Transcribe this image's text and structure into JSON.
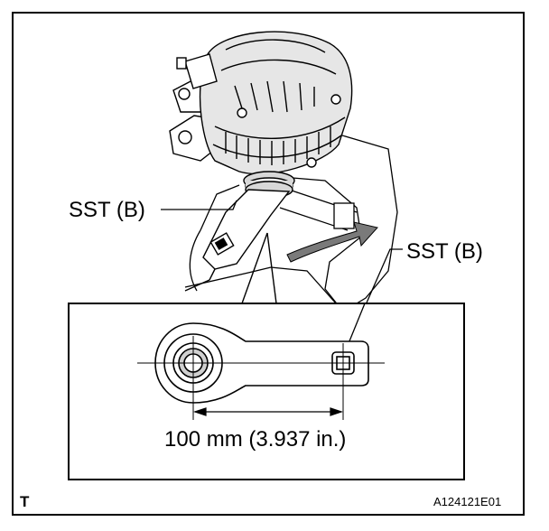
{
  "labels": {
    "sst_left": "SST (B)",
    "sst_right": "SST (B)",
    "dimension": "100 mm (3.937 in.)",
    "corner_mark": "T",
    "figure_id": "A124121E01"
  }
}
